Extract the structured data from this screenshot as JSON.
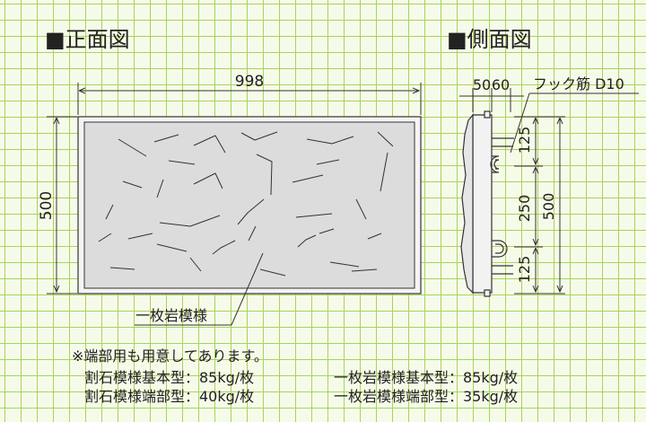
{
  "front_view": {
    "title": "■正面図",
    "width_dim": "998",
    "height_dim": "500",
    "callout": "一枚岩模様"
  },
  "side_view": {
    "title": "■側面図",
    "dim_50": "50",
    "dim_60": "60",
    "hook_label": "フック筋 D10",
    "dim_125_top": "125",
    "dim_250": "250",
    "dim_125_bottom": "125",
    "total_height": "500"
  },
  "notes": {
    "remark": "※端部用も用意してあります。",
    "rows": [
      {
        "left": "割石模様基本型：85kg/枚",
        "right": "一枚岩模様基本型：85kg/枚"
      },
      {
        "left": "割石模様端部型：40kg/枚",
        "right": "一枚岩模様端部型：35kg/枚"
      }
    ]
  },
  "colors": {
    "grid": "#a8d35b",
    "background": "#f6fbe9",
    "line": "#333333",
    "panel_fill": "#dcdcdc"
  }
}
